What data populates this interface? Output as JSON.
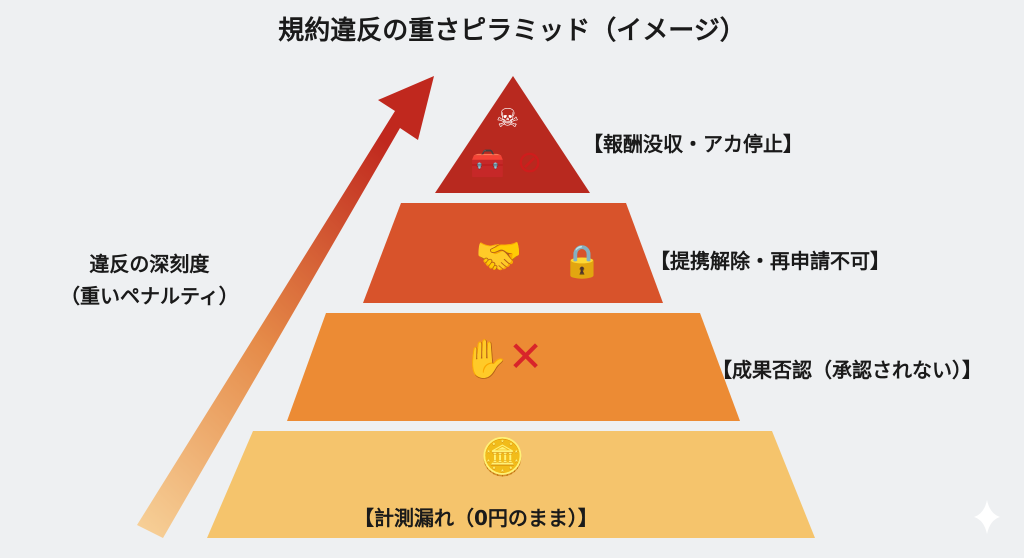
{
  "title": "規約違反の重さピラミッド（イメージ）",
  "axis_label": {
    "line1": "違反の深刻度",
    "line2": "（重いペナルティ）"
  },
  "tiers": [
    {
      "label": "【報酬没収・アカ停止】",
      "color": "#b8291f",
      "icons": [
        "skull-crossbones-icon",
        "treasure-chest-icon",
        "no-user-icon"
      ]
    },
    {
      "label": "【提携解除・再申請不可】",
      "color": "#d8532b",
      "icons": [
        "handshake-icon",
        "padlock-no-icon"
      ]
    },
    {
      "label": "【成果否認（承認されない）】",
      "color": "#ec8b34",
      "icons": [
        "stop-hand-icon",
        "crossed-money-icon"
      ]
    },
    {
      "label": "【計測漏れ（0円のまま）】",
      "color": "#f5c46c",
      "icons": [
        "broken-coin-question-icon"
      ]
    }
  ],
  "arrow_colors": {
    "top": "#c0281e",
    "bottom": "#f7d29a"
  }
}
